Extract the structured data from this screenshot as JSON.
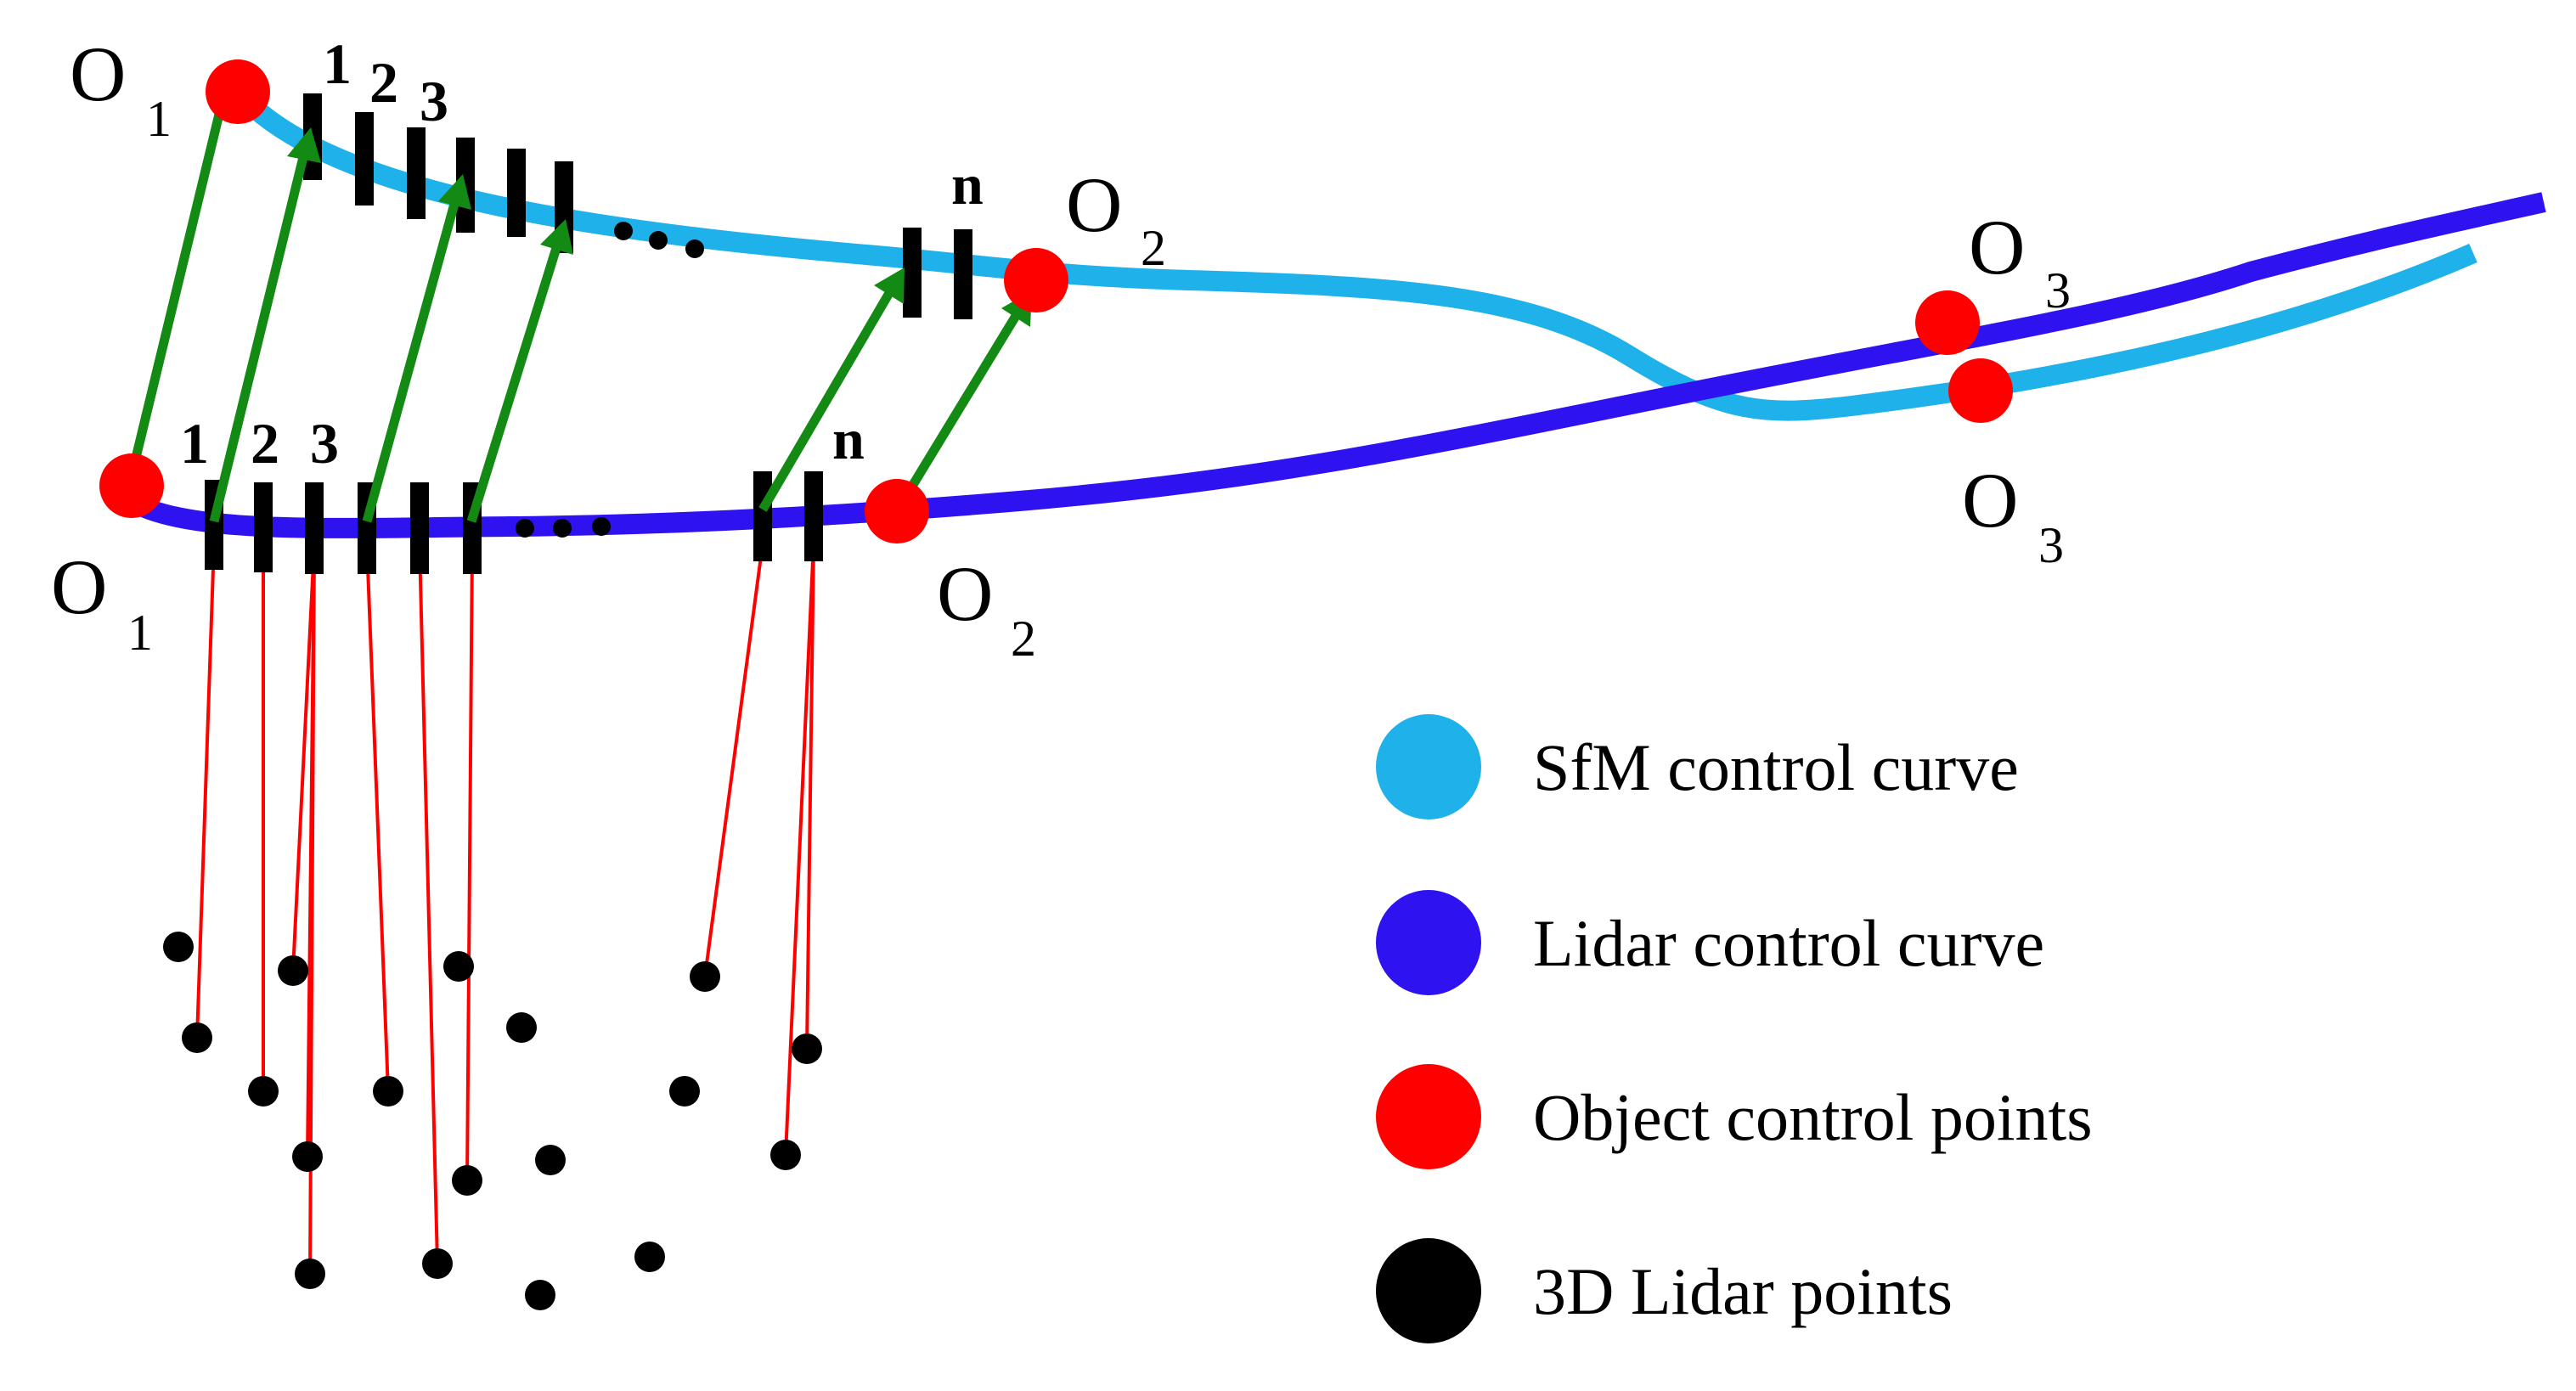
{
  "colors": {
    "sfm_curve": "#1fb1ea",
    "lidar_curve": "#2e12ef",
    "control_point": "#ff0000",
    "lidar_point": "#000000",
    "correspondence_arrow": "#138a13",
    "projection_line": "#ff0000"
  },
  "labels": {
    "o_letter": "O",
    "sfm_o1_sub": "1",
    "sfm_o2_sub": "2",
    "sfm_o3_sub": "3",
    "lidar_o1_sub": "1",
    "lidar_o2_sub": "2",
    "lidar_o3_sub": "3",
    "sfm_tick_1": "1",
    "sfm_tick_2": "2",
    "sfm_tick_3": "3",
    "sfm_tick_n": "n",
    "lidar_tick_1": "1",
    "lidar_tick_2": "2",
    "lidar_tick_3": "3",
    "lidar_tick_n": "n"
  },
  "legend": [
    {
      "label": "SfM control curve",
      "icon": "sfm-curve-swatch",
      "color": "#1fb1ea"
    },
    {
      "label": "Lidar control curve",
      "icon": "lidar-curve-swatch",
      "color": "#2e12ef"
    },
    {
      "label": "Object control points",
      "icon": "control-point-swatch",
      "color": "#ff0000"
    },
    {
      "label": "3D Lidar points",
      "icon": "lidar-point-swatch",
      "color": "#000000"
    }
  ]
}
